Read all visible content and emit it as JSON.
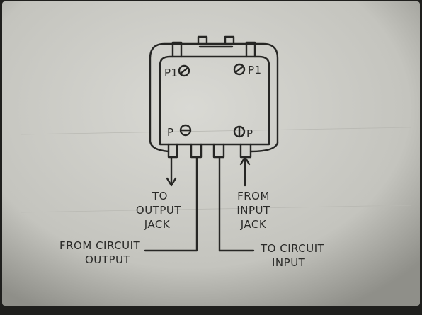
{
  "colors": {
    "paper": "#cfcfca",
    "paper_shadow": "#9a9a94",
    "ink": "#262624",
    "border": "#1f1f1d"
  },
  "lugs": {
    "top_left": "P1",
    "top_right": "P1",
    "bottom_left": "P",
    "bottom_right": "P"
  },
  "labels": {
    "to_output_jack": [
      "TO",
      "OUTPUT",
      "JACK"
    ],
    "from_input_jack": [
      "FROM",
      "INPUT",
      "JACK"
    ],
    "from_circuit_output": [
      "FROM CIRCUIT",
      "OUTPUT"
    ],
    "to_circuit_input": [
      "TO CIRCUIT",
      "INPUT"
    ]
  }
}
